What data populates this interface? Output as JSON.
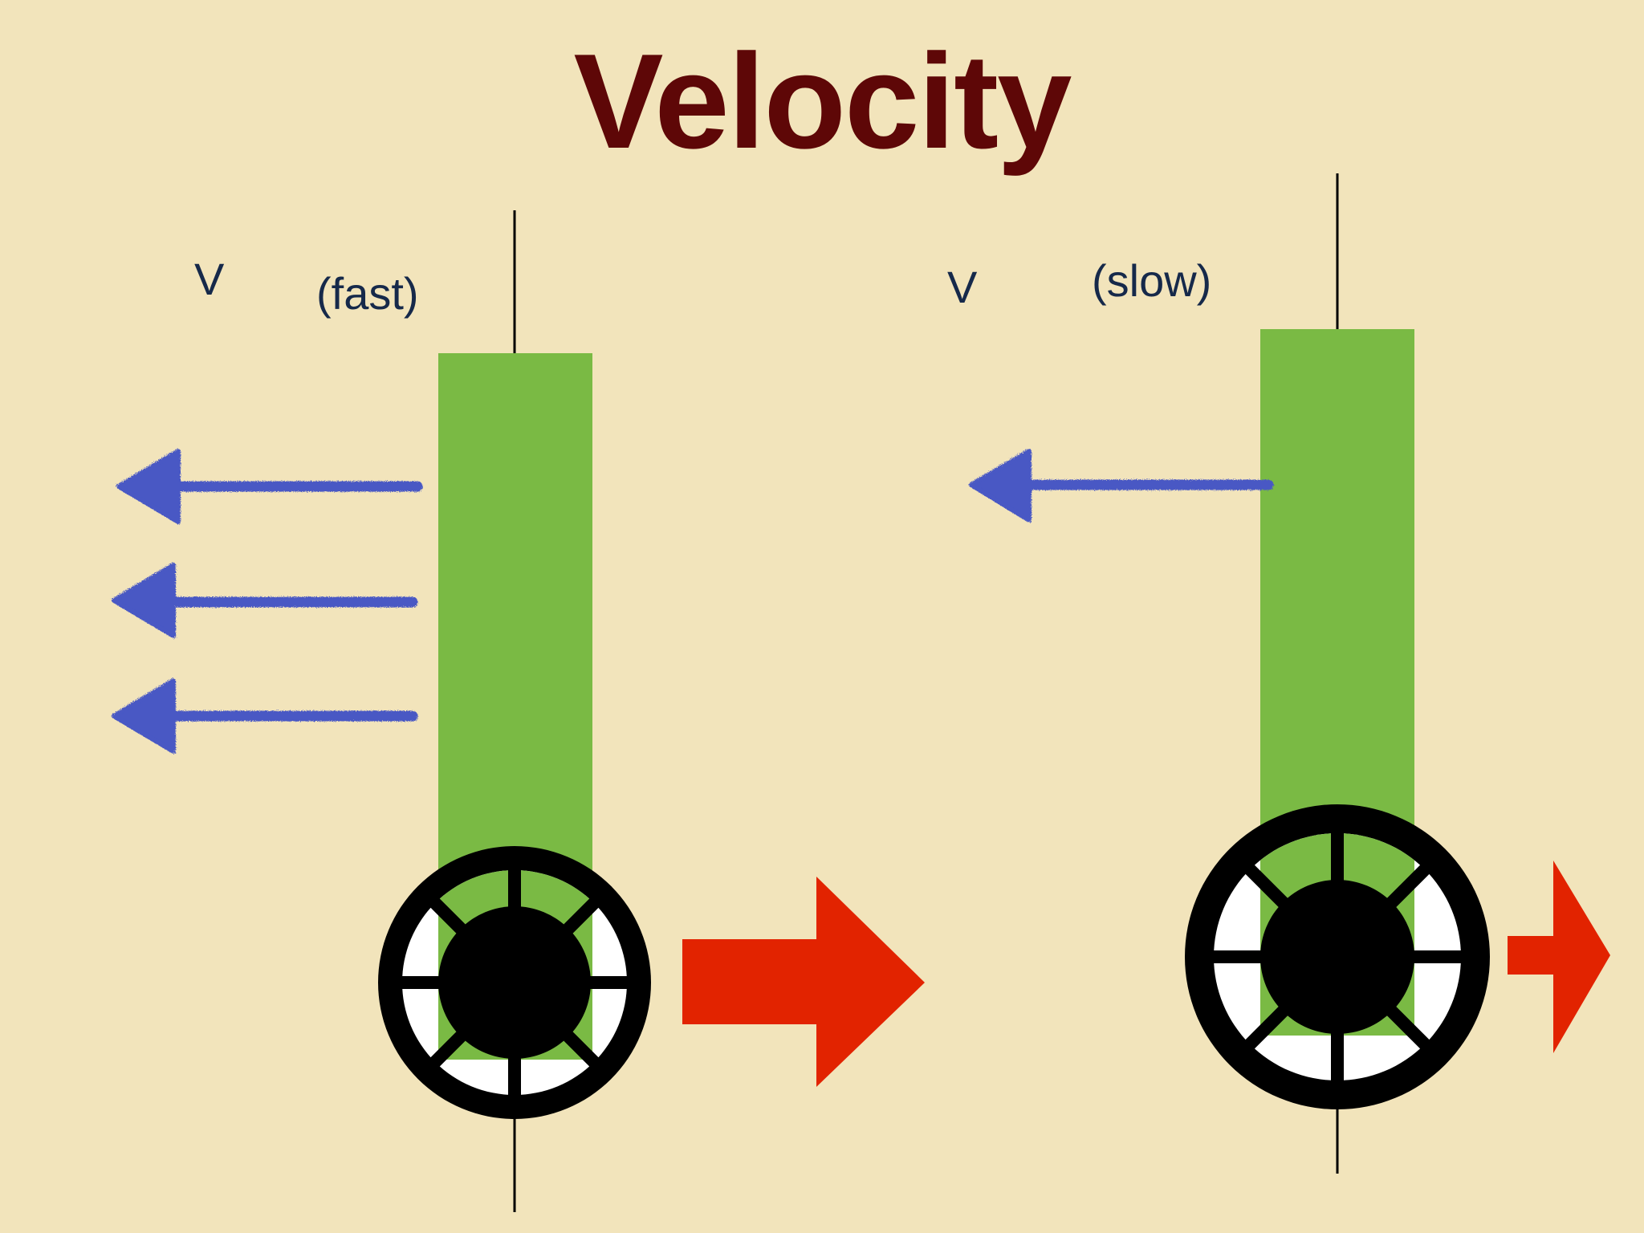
{
  "title": "Velocity",
  "left_panel": {
    "v_label": "V",
    "speed_label": "(fast)",
    "arrow_count": 3
  },
  "right_panel": {
    "v_label": "V",
    "speed_label": "(slow)",
    "arrow_count": 1
  },
  "colors": {
    "background": "#f2e4bb",
    "title": "#5e0707",
    "vane": "#7aba44",
    "flow_arrow": "#4858c4",
    "direction_arrow": "#e22300",
    "wheel": "#000000",
    "label": "#16294a"
  }
}
